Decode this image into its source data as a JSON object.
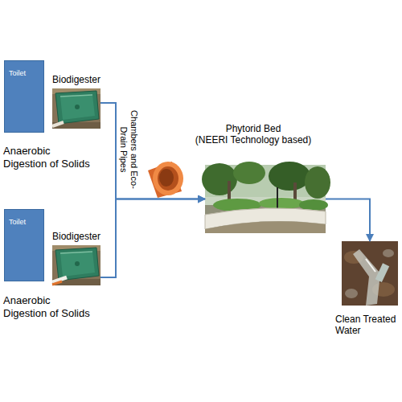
{
  "diagram": {
    "nodes": [
      {
        "text": [
          "Toilet"
        ]
      },
      {
        "text": [
          "Biodigester"
        ]
      },
      {
        "text": [
          "Toilet"
        ]
      },
      {
        "text": [
          "Biodigester"
        ]
      },
      {
        "text": [
          "Phytorid Bed",
          "(NEERI Technology based)"
        ]
      },
      {
        "text": [
          "Clean Treated Water"
        ]
      }
    ],
    "edges": [
      {
        "from": 1,
        "to": 4,
        "arrow": "to"
      },
      {
        "from": 3,
        "to": 4,
        "arrow": "to"
      },
      {
        "from": 4,
        "to": 5,
        "arrow": "to"
      }
    ],
    "labels": [
      "Anaerobic Digestion of Solids",
      "Chambers and Eco-Drain Pipes",
      "Anaerobic Digestion of Solids"
    ]
  }
}
